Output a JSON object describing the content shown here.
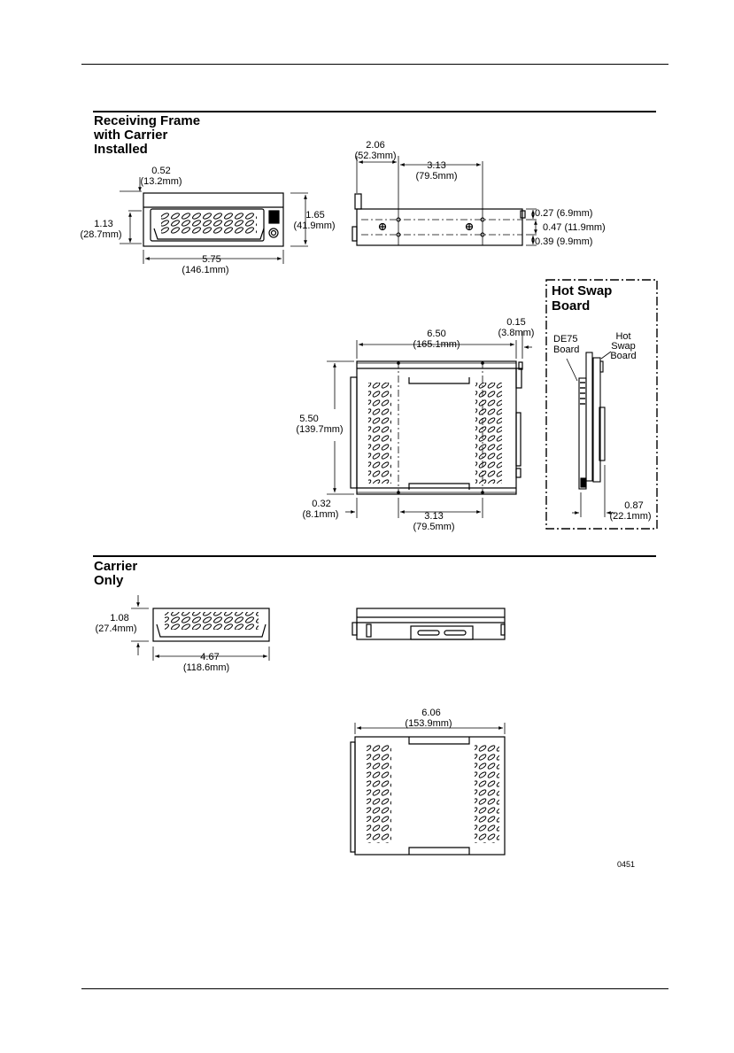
{
  "sections": {
    "frame": {
      "title_lines": [
        "Receiving Frame",
        "with Carrier",
        "Installed"
      ]
    },
    "carrier": {
      "title_lines": [
        "Carrier",
        "Only"
      ]
    }
  },
  "frame_front": {
    "top_offset": [
      "0.52",
      "(13.2mm)"
    ],
    "height_inner": [
      "1.13",
      "(28.7mm)"
    ],
    "height_outer": [
      "1.65",
      "(41.9mm)"
    ],
    "width": [
      "5.75",
      "(146.1mm)"
    ]
  },
  "frame_side": {
    "front_to_hole": [
      "2.06",
      "(52.3mm)"
    ],
    "hole_spacing": [
      "3.13",
      "(79.5mm)"
    ],
    "top_to_hole": "0.27 (6.9mm)",
    "hole_to_hole": "0.47 (11.9mm)",
    "hole_to_bottom": "0.39 (9.9mm)"
  },
  "frame_top": {
    "depth": [
      "6.50",
      "(165.1mm)"
    ],
    "width": [
      "5.50",
      "(139.7mm)"
    ],
    "lip": [
      "0.15",
      "(3.8mm)"
    ],
    "edge_to_hole": [
      "0.32",
      "(8.1mm)"
    ],
    "hole_spacing": [
      "3.13",
      "(79.5mm)"
    ]
  },
  "hot_swap": {
    "title_lines": [
      "Hot Swap",
      "Board"
    ],
    "de75_label": [
      "DE75",
      "Board"
    ],
    "hot_swap_label": [
      "Hot",
      "Swap",
      "Board"
    ],
    "offset": [
      "0.87",
      "(22.1mm)"
    ]
  },
  "carrier_front": {
    "height": [
      "1.08",
      "(27.4mm)"
    ],
    "width": [
      "4.67",
      "(118.6mm)"
    ]
  },
  "carrier_top": {
    "depth": [
      "6.06",
      "(153.9mm)"
    ]
  },
  "figure_number": "0451"
}
